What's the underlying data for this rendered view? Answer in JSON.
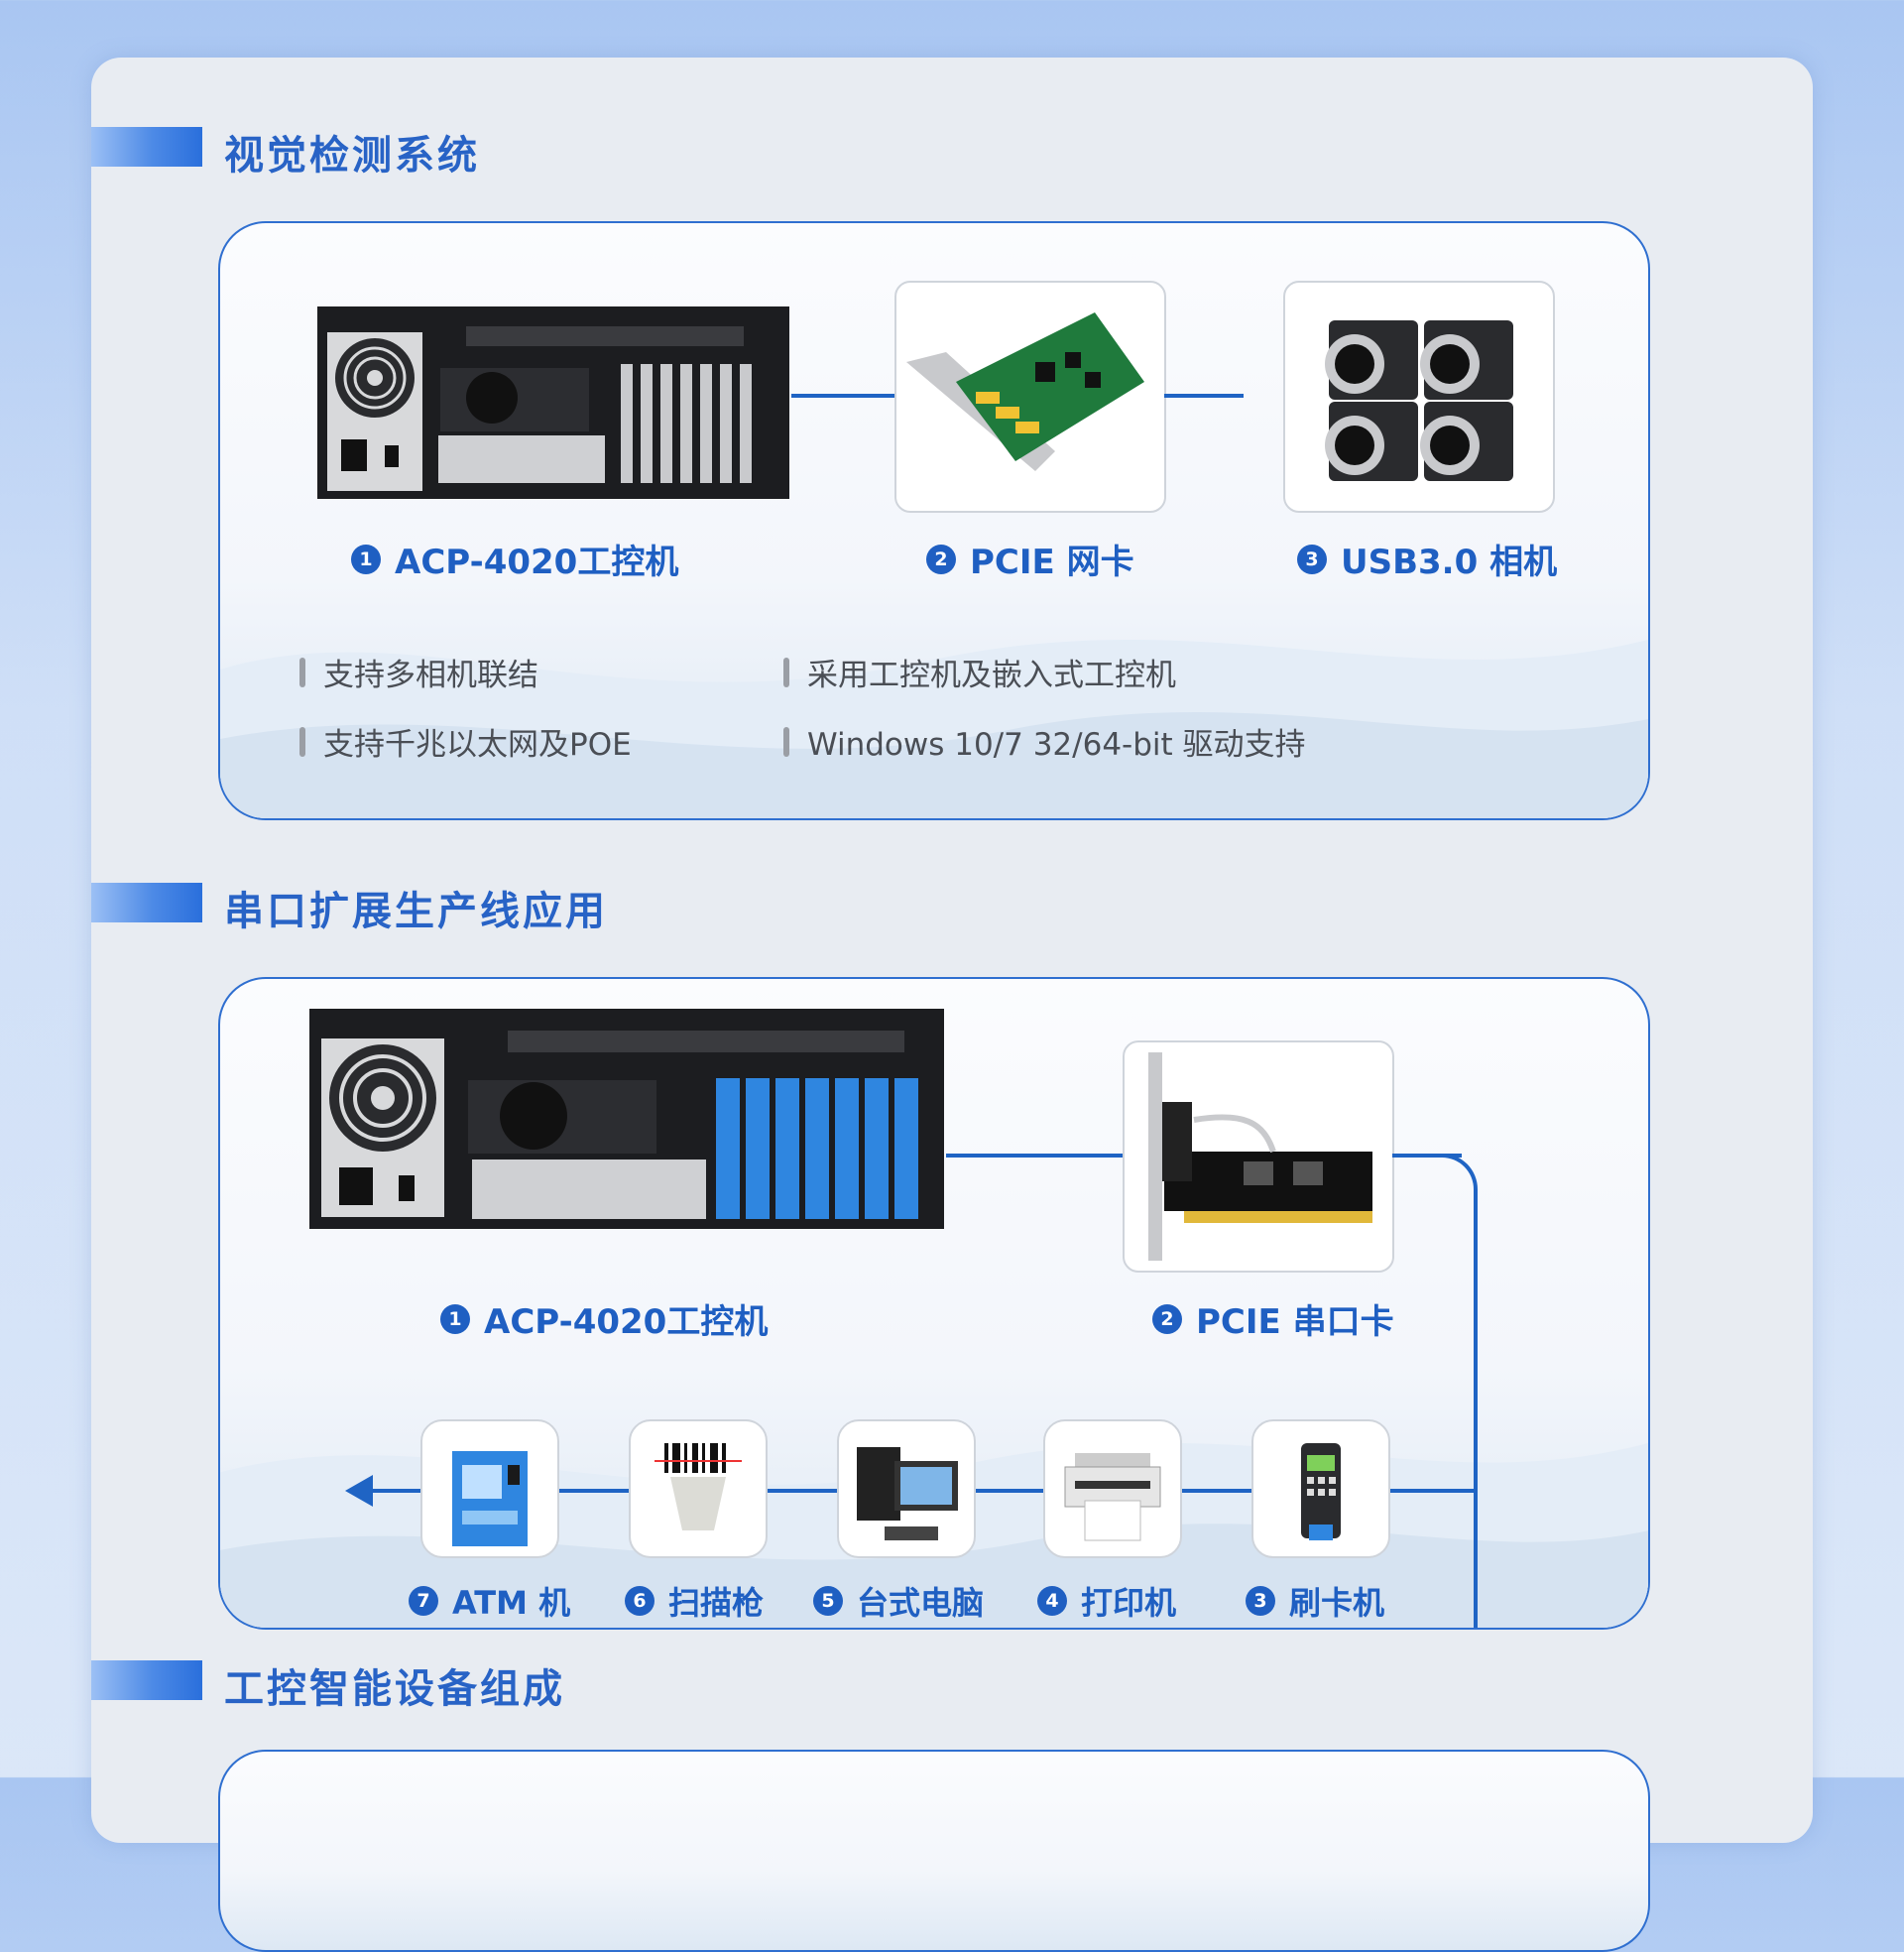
{
  "sections": [
    {
      "title": "视觉检测系统"
    },
    {
      "title": "串口扩展生产线应用"
    },
    {
      "title": "工控智能设备组成"
    }
  ],
  "vision": {
    "items": [
      {
        "num": "1",
        "label": "ACP-4020工控机",
        "icon": "industrial-pc-icon"
      },
      {
        "num": "2",
        "label": "PCIE 网卡",
        "icon": "network-card-icon"
      },
      {
        "num": "3",
        "label": "USB3.0 相机",
        "icon": "camera-icon"
      }
    ],
    "features": [
      "支持多相机联结",
      "采用工控机及嵌入式工控机",
      "支持千兆以太网及POE",
      "Windows 10/7 32/64-bit 驱动支持"
    ]
  },
  "serial": {
    "items": [
      {
        "num": "1",
        "label": "ACP-4020工控机",
        "icon": "industrial-pc-icon"
      },
      {
        "num": "2",
        "label": "PCIE 串口卡",
        "icon": "serial-card-icon"
      }
    ],
    "devices": [
      {
        "num": "7",
        "label": "ATM 机",
        "icon": "atm-icon"
      },
      {
        "num": "6",
        "label": "扫描枪",
        "icon": "barcode-scanner-icon"
      },
      {
        "num": "5",
        "label": "台式电脑",
        "icon": "desktop-computer-icon"
      },
      {
        "num": "4",
        "label": "打印机",
        "icon": "printer-icon"
      },
      {
        "num": "3",
        "label": "刷卡机",
        "icon": "card-reader-icon"
      }
    ]
  },
  "colors": {
    "accent": "#1f5fc2",
    "border": "#2f6fd0",
    "panel": "#e8ecf2"
  }
}
